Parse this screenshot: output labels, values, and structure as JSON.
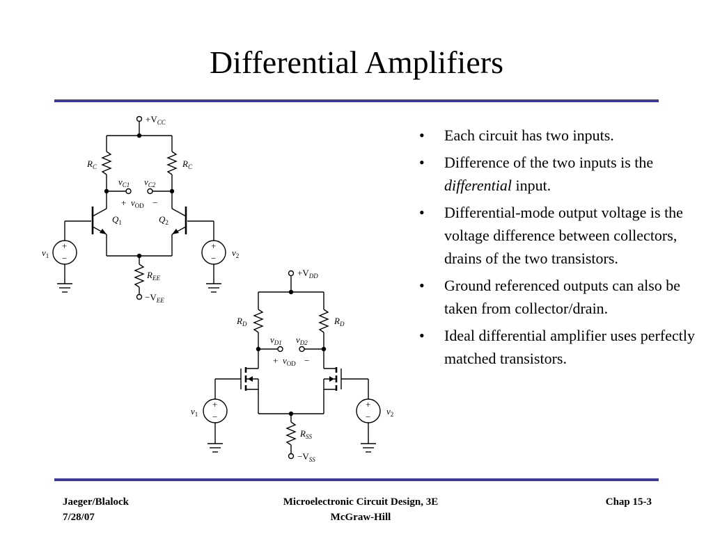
{
  "slide": {
    "title": "Differential Amplifiers",
    "accent_color": "#3a3a9e"
  },
  "circuit_labels": {
    "vcc": "+V",
    "vcc_sub": "CC",
    "rc": "R",
    "rc_sub": "C",
    "vc1": "v",
    "vc1_sub": "C1",
    "vc2": "v",
    "vc2_sub": "C2",
    "vod_plus": "+",
    "vod": "v",
    "vod_sub": "OD",
    "vod_minus": "−",
    "q1": "Q",
    "q1_sub": "1",
    "q2": "Q",
    "q2_sub": "2",
    "v1": "v",
    "v1_sub": "1",
    "v2": "v",
    "v2_sub": "2",
    "ree": "R",
    "ree_sub": "EE",
    "vee": "−V",
    "vee_sub": "EE",
    "vdd": "+V",
    "vdd_sub": "DD",
    "rd": "R",
    "rd_sub": "D",
    "vd1": "v",
    "vd1_sub": "D1",
    "vd2": "v",
    "vd2_sub": "D2",
    "rss": "R",
    "rss_sub": "SS",
    "vss": "−V",
    "vss_sub": "SS",
    "src_plus": "+",
    "src_minus": "−"
  },
  "bullets": [
    {
      "pre": "Each circuit has two inputs.",
      "em": "",
      "post": ""
    },
    {
      "pre": "Difference of the two inputs is the ",
      "em": "differential",
      "post": " input."
    },
    {
      "pre": "Differential-mode output voltage is the voltage difference between collectors, drains of the two transistors.",
      "em": "",
      "post": ""
    },
    {
      "pre": "Ground referenced outputs can also be taken from collector/drain.",
      "em": "",
      "post": ""
    },
    {
      "pre": "Ideal differential amplifier uses perfectly matched transistors.",
      "em": "",
      "post": ""
    }
  ],
  "bullet_symbol": "•",
  "footer": {
    "left_line1": "Jaeger/Blalock",
    "left_line2": "7/28/07",
    "center_line1": "Microelectronic Circuit Design, 3E",
    "center_line2": "McGraw-Hill",
    "right": "Chap 15-3"
  }
}
